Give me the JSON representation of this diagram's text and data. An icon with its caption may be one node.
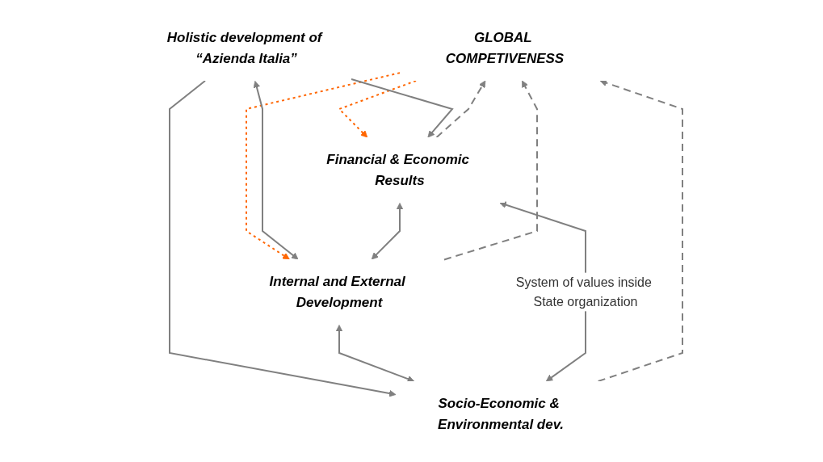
{
  "diagram": {
    "nodes": [
      {
        "text": [
          "GLOBAL COMPETIVENESS"
        ]
      },
      {
        "text": [
          "Holistic development of “Azienda Italia”"
        ]
      },
      {
        "text": [
          "Financial & Economic Results"
        ]
      },
      {
        "text": [
          "Internal and External Development"
        ]
      },
      {
        "text": [
          "Socio-Economic & Environmental dev."
        ]
      }
    ],
    "edges": [
      {
        "from": 0,
        "to": 2,
        "arrow": "to",
        "style": "dashed",
        "color": "#ff6600"
      },
      {
        "from": 0,
        "to": 3,
        "arrow": "to",
        "style": "dashed",
        "color": "#ff6600"
      },
      {
        "from": 1,
        "to": 2,
        "arrow": "to"
      },
      {
        "from": 1,
        "to": 3,
        "arrow": "both"
      },
      {
        "from": 1,
        "to": 4,
        "arrow": "to"
      },
      {
        "from": 2,
        "to": 3,
        "arrow": "both"
      },
      {
        "from": 3,
        "to": 4,
        "arrow": "both"
      },
      {
        "from": 2,
        "to": 4,
        "arrow": "both",
        "label": "System of values inside State organization"
      },
      {
        "from": 2,
        "to": 0,
        "arrow": "to",
        "style": "dashed"
      },
      {
        "from": 3,
        "to": 0,
        "arrow": "to",
        "style": "dashed"
      },
      {
        "from": 4,
        "to": 0,
        "arrow": "to",
        "style": "dashed"
      }
    ]
  }
}
